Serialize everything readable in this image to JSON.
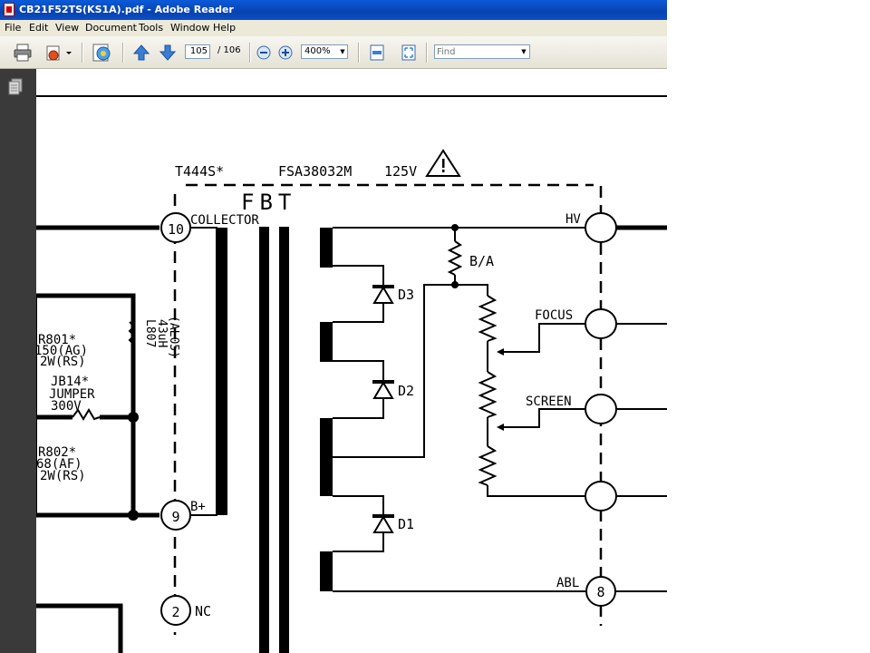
{
  "window": {
    "title": "CB21F52TS(KS1A).pdf - Adobe Reader"
  },
  "menu": {
    "items": [
      "File",
      "Edit",
      "View",
      "Document",
      "Tools",
      "Window",
      "Help"
    ]
  },
  "toolbar": {
    "current_page": "105",
    "page_separator": "/ 106",
    "zoom": "400%",
    "find_placeholder": "Find",
    "icons": [
      "print-icon",
      "email-icon",
      "search-document-icon",
      "previous-page-icon",
      "next-page-icon",
      "zoom-out-icon",
      "zoom-in-icon",
      "fit-page-icon",
      "fit-width-icon"
    ]
  },
  "navpanel": {
    "icons": [
      "pages-icon"
    ]
  },
  "schematic": {
    "part_ref": "T444S*",
    "part_number": "FSA38032M",
    "voltage": "125V",
    "fbt_label": "FBT",
    "collector_label": "COLLECTOR",
    "pin_10": "10",
    "pin_9": "9",
    "pin_2": "2",
    "pin_8": "8",
    "nc_label": "NC",
    "bplus_label": "B+",
    "hv_label": "HV",
    "focus_label": "FOCUS",
    "screen_label": "SCREEN",
    "abl_label": "ABL",
    "ba_label": "B/A",
    "d1_label": "D1",
    "d2_label": "D2",
    "d3_label": "D3",
    "r801_ref": "R801*",
    "r801_value": "150(AG)",
    "r801_power": "2W(RS)",
    "jb14_ref": "JB14*",
    "jb14_type": "JUMPER",
    "jb14_value": "300V",
    "r802_ref": "R802*",
    "r802_value": "68(AF)",
    "r802_power": "2W(RS)",
    "l807_ref": "L807",
    "l807_value": "43uH",
    "l807_code": "(AL05)"
  }
}
